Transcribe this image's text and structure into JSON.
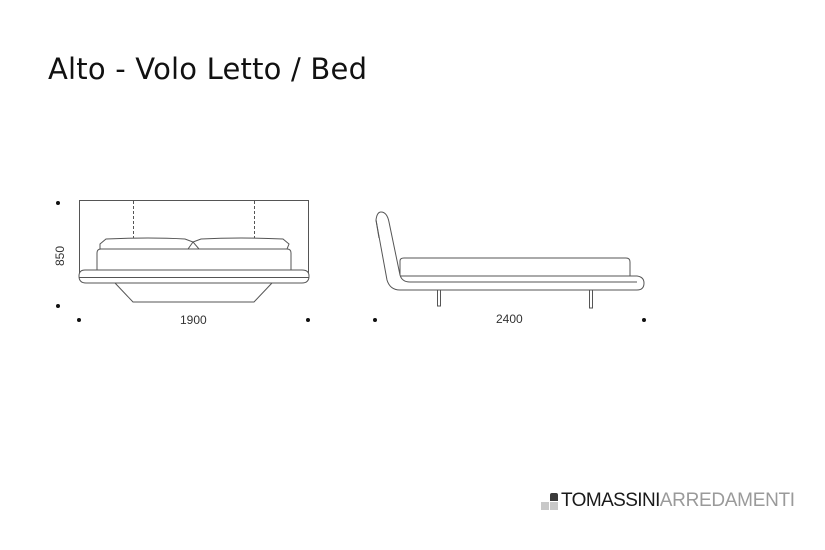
{
  "title": "Alto - Volo Letto / Bed",
  "front_view": {
    "height_label": "850",
    "width_label": "1900"
  },
  "side_view": {
    "length_label": "2400"
  },
  "logo": {
    "brand_strong": "TOMASSINI",
    "brand_light": "ARREDAMENTI",
    "colors": {
      "strong": "#1a1a1a",
      "light": "#9a9a9a",
      "mark_dark": "#3a3a3a",
      "mark_light": "#c8c8c8"
    }
  },
  "colors": {
    "line": "#555555",
    "dot": "#111111",
    "background": "#ffffff"
  }
}
